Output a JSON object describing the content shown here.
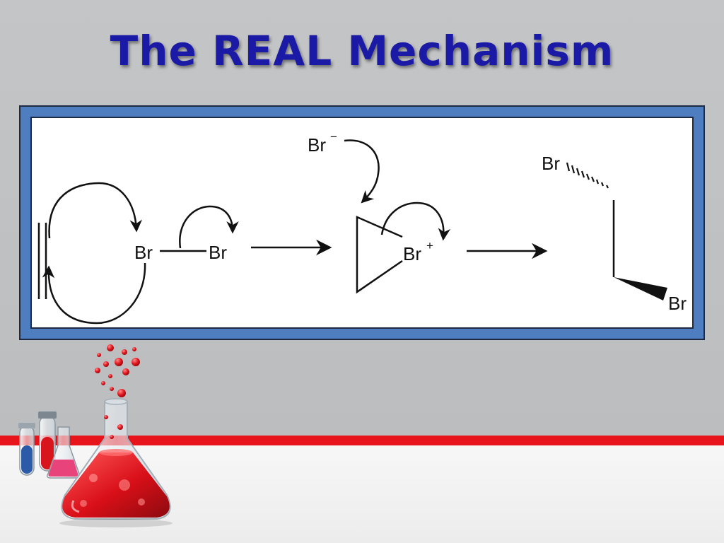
{
  "slide": {
    "title": "The REAL Mechanism"
  },
  "colors": {
    "title": "#1a1aa6",
    "frame_border": "#4f7ec0",
    "stripe": "#e8141b",
    "ink": "#111111"
  },
  "mechanism": {
    "bromine_left": "Br",
    "bromine_right": "Br",
    "bromide_ion": "Br",
    "bromide_charge": "−",
    "bromonium": "Br",
    "bromonium_charge": "+",
    "product_top": "Br",
    "product_bottom": "Br"
  },
  "decor": {
    "icons": [
      "flask-icon",
      "test-tubes-icon",
      "bubbles-icon"
    ]
  }
}
